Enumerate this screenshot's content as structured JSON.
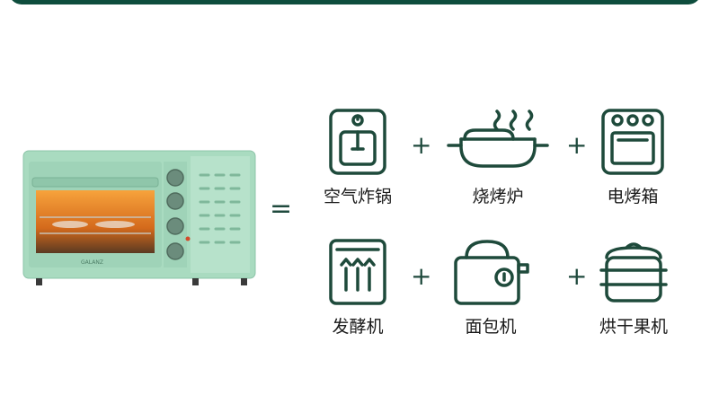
{
  "colors": {
    "icon_stroke": "#1e4a3b",
    "top_bar": "#0e4d3d",
    "oven_body": "#a9dbc0"
  },
  "product": {
    "brand_text": "GALANZ"
  },
  "equals_sign": "=",
  "plus_sign": "+",
  "functions": [
    {
      "label": "空气炸锅",
      "icon": "air-fryer-icon"
    },
    {
      "label": "烧烤炉",
      "icon": "grill-pan-icon"
    },
    {
      "label": "电烤箱",
      "icon": "electric-oven-icon"
    },
    {
      "label": "发酵机",
      "icon": "proofer-icon"
    },
    {
      "label": "面包机",
      "icon": "toaster-icon"
    },
    {
      "label": "烘干果机",
      "icon": "fruit-dryer-icon"
    }
  ]
}
